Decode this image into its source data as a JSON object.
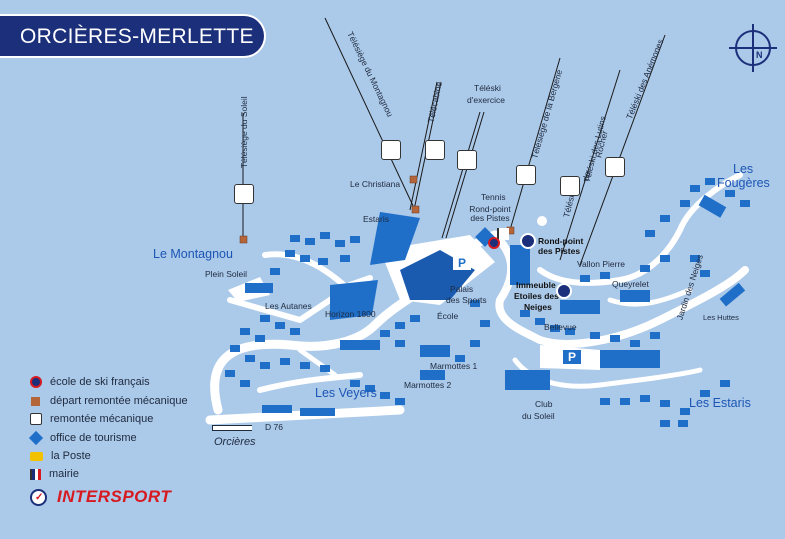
{
  "title": "ORCIÈRES-MERLETTE",
  "lifts": {
    "soleil": "Télésiège du Soleil",
    "montagnou": "Télésiège du Montagnou",
    "telecabine": "Télécabine",
    "exercice_1": "Téléski",
    "exercice_2": "d'exercice",
    "bergerie": "Télésiège de la Bergerie",
    "lutins": "Téléski des Lutins",
    "rocher_1": "Téléski",
    "rocher_2": "du",
    "rocher_3": "Rocher",
    "anemones": "Téléski des Anémones"
  },
  "places": {
    "le_christiana": "Le Christiana",
    "estaris": "Estaris",
    "tennis": "Tennis",
    "rond_point_pistes": "Rond-point des Pistes",
    "le_montagnou": "Le Montagnou",
    "plein_soleil": "Plein Soleil",
    "les_autanes": "Les Autanes",
    "horizon_1800": "Horizon 1800",
    "palais_sports_1": "Palais",
    "palais_sports_2": "des Sports",
    "ecole": "École",
    "marmottes_1": "Marmottes 1",
    "marmottes_2": "Marmottes 2",
    "les_veyers": "Les Veyers",
    "d76": "D 76",
    "orcieres": "Orcières",
    "rond_point_bold_1": "Rond-point",
    "rond_point_bold_2": "des Pistes",
    "vallon_pierre": "Vallon Pierre",
    "immeuble_1": "Immeuble",
    "immeuble_2": "Etoiles des",
    "immeuble_3": "Neiges",
    "queyrelet": "Queyrelet",
    "bellevue": "Bellevue",
    "club_soleil_1": "Club",
    "club_soleil_2": "du Soleil",
    "les_fougeres_1": "Les",
    "les_fougeres_2": "Fougères",
    "jardin_neiges": "Jardin des Neiges",
    "les_huttes": "Les Huttes",
    "les_estaris": "Les Estaris"
  },
  "parking": "P",
  "legend": [
    {
      "icon": "ski-school-icon",
      "label": "école de ski français"
    },
    {
      "icon": "lift-departure-icon",
      "label": "départ remontée mécanique"
    },
    {
      "icon": "ski-lift-icon",
      "label": "remontée mécanique"
    },
    {
      "icon": "tourist-office-icon",
      "label": "office de tourisme"
    },
    {
      "icon": "post-office-icon",
      "label": "la Poste"
    },
    {
      "icon": "town-hall-icon",
      "label": "mairie"
    }
  ],
  "brand": "INTERSPORT",
  "compass": "N",
  "colors": {
    "background": "#abc9e9",
    "road": "#ffffff",
    "building": "#1f6fc9",
    "title_box": "#1b2f7a",
    "area_label": "#1c56b5",
    "brand_red": "#d71920"
  }
}
